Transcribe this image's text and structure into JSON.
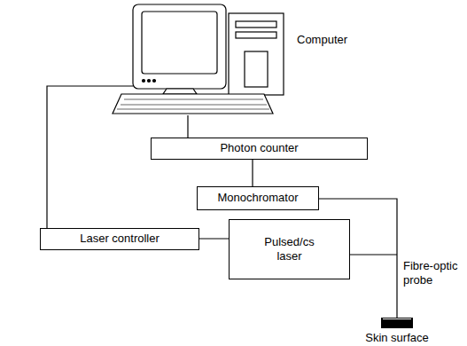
{
  "diagram": {
    "nodes": [
      {
        "text": [
          "Computer"
        ]
      },
      {
        "text": [
          "Photon counter"
        ]
      },
      {
        "text": [
          "Monochromator"
        ]
      },
      {
        "text": [
          "Laser controller"
        ]
      },
      {
        "text": [
          "Pulsed/cs laser"
        ]
      }
    ],
    "edges": [
      {
        "from": 0,
        "to": 1,
        "arrow": "none"
      },
      {
        "from": 1,
        "to": 2,
        "arrow": "none"
      },
      {
        "from": 0,
        "to": 3,
        "arrow": "none"
      },
      {
        "from": 3,
        "to": 4,
        "arrow": "none"
      }
    ],
    "labels": [
      "Fibre-optic probe",
      "Skin surface"
    ]
  }
}
